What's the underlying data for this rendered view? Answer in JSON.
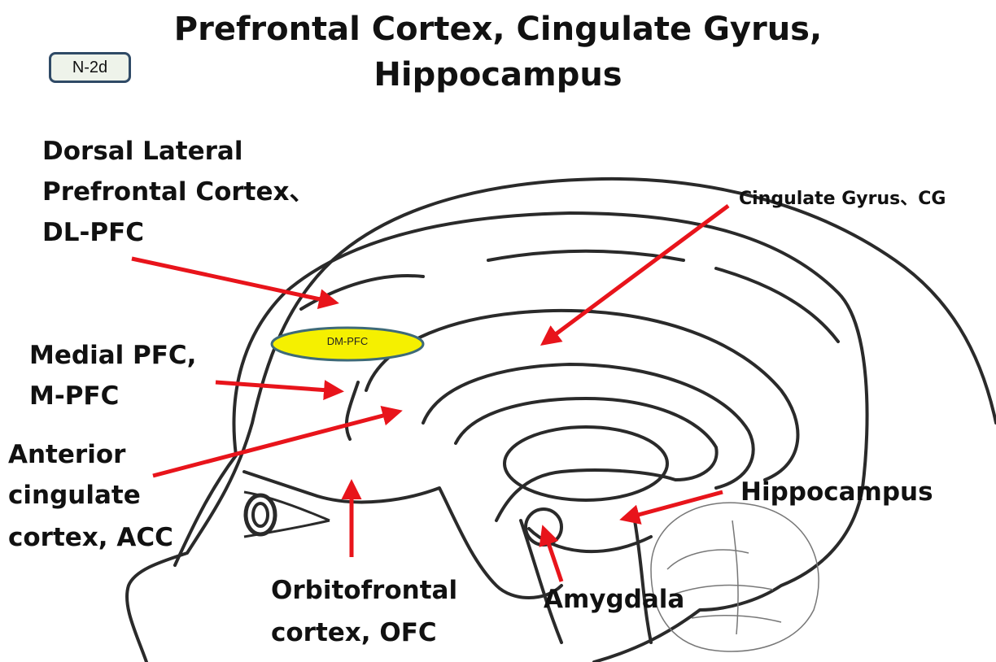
{
  "title": {
    "line1": "Prefrontal Cortex, Cingulate Gyrus,",
    "line2": "Hippocampus"
  },
  "badge": "N-2d",
  "labels": {
    "dlpfc": [
      "Dorsal Lateral",
      "Prefrontal Cortex、",
      "DL-PFC"
    ],
    "cg": "Cingulate Gyrus、CG",
    "mpfc": [
      "Medial PFC,",
      "M-PFC"
    ],
    "acc": [
      "Anterior",
      "cingulate",
      "cortex, ACC"
    ],
    "hippocampus": "Hippocampus",
    "amygdala": "Amygdala",
    "ofc": [
      "Orbitofrontal",
      "cortex, OFC"
    ],
    "dmpfc": "DM-PFC"
  },
  "colors": {
    "arrow": "#e8141b",
    "outline": "#2a2a2a",
    "dmpfc_fill": "#f5f000",
    "dmpfc_stroke": "#3e6a78"
  }
}
